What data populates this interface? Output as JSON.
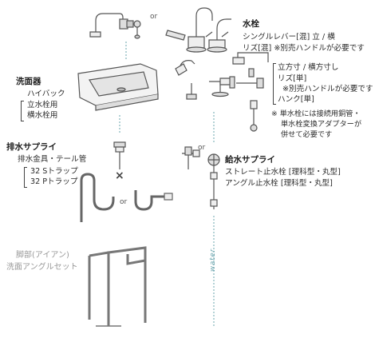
{
  "faucet": {
    "title": "水栓",
    "line1": "シングルレバー[混] 立 / 横",
    "line2": "リズ[混] ※別売ハンドルが必要です",
    "line3": "立方寸 / 横方寸し",
    "line4": "リズ[単]",
    "line5": "※別売ハンドルが必要です",
    "line6": "ハンク[単]",
    "or_label": "or"
  },
  "basin": {
    "title": "洗面器",
    "sub1": "ハイバック",
    "sub2": "立水栓用",
    "sub3": "横水栓用"
  },
  "drain": {
    "title": "排水サプライ",
    "sub1": "排水金具・テール管",
    "trap1": "32 Sトラップ",
    "trap2": "32 Pトラップ",
    "or_label": "or",
    "x_mark": "×"
  },
  "supply": {
    "title": "給水サプライ",
    "sub1": "ストレート止水栓 [理科型・丸型]",
    "sub2": "アングル止水栓 [理科型・丸型]",
    "or_label": "or",
    "water_label": "water"
  },
  "note": {
    "line1": "※ 単水栓には接続用銅管・",
    "line2": "単水栓変換アダプターが",
    "line3": "併せて必要です"
  },
  "legs": {
    "line1": "脚部(アイアン)",
    "line2": "洗面アングルセット"
  }
}
